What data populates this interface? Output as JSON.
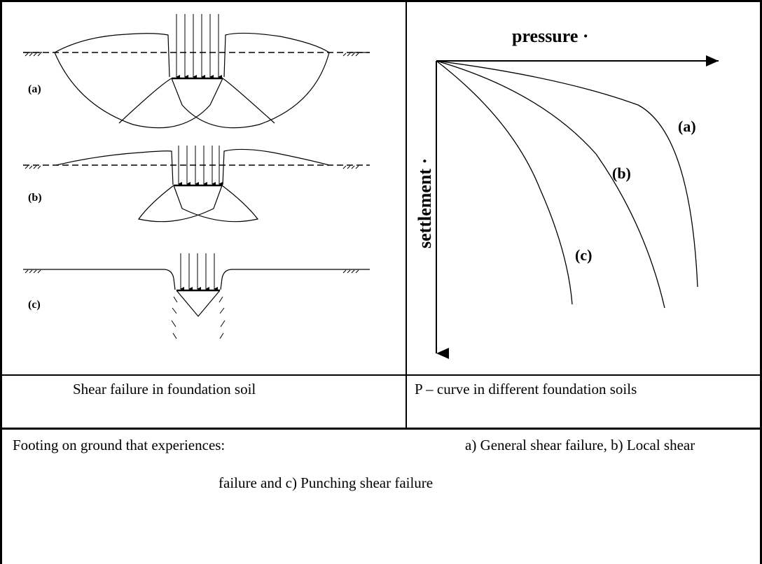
{
  "left_figure": {
    "labels": [
      "(a)",
      "(b)",
      "(c)"
    ]
  },
  "right_figure": {
    "x_axis_label": "pressure ·",
    "y_axis_label": "settlement ·",
    "curve_labels": [
      "(a)",
      "(b)",
      "(c)"
    ]
  },
  "captions": {
    "left": "Shear failure in foundation soil",
    "right": "P – curve in different foundation soils"
  },
  "footer": {
    "line1_left": "Footing on ground that experiences:",
    "line1_right": "a) General shear failure, b) Local shear",
    "line2": "failure and c) Punching shear failure"
  }
}
